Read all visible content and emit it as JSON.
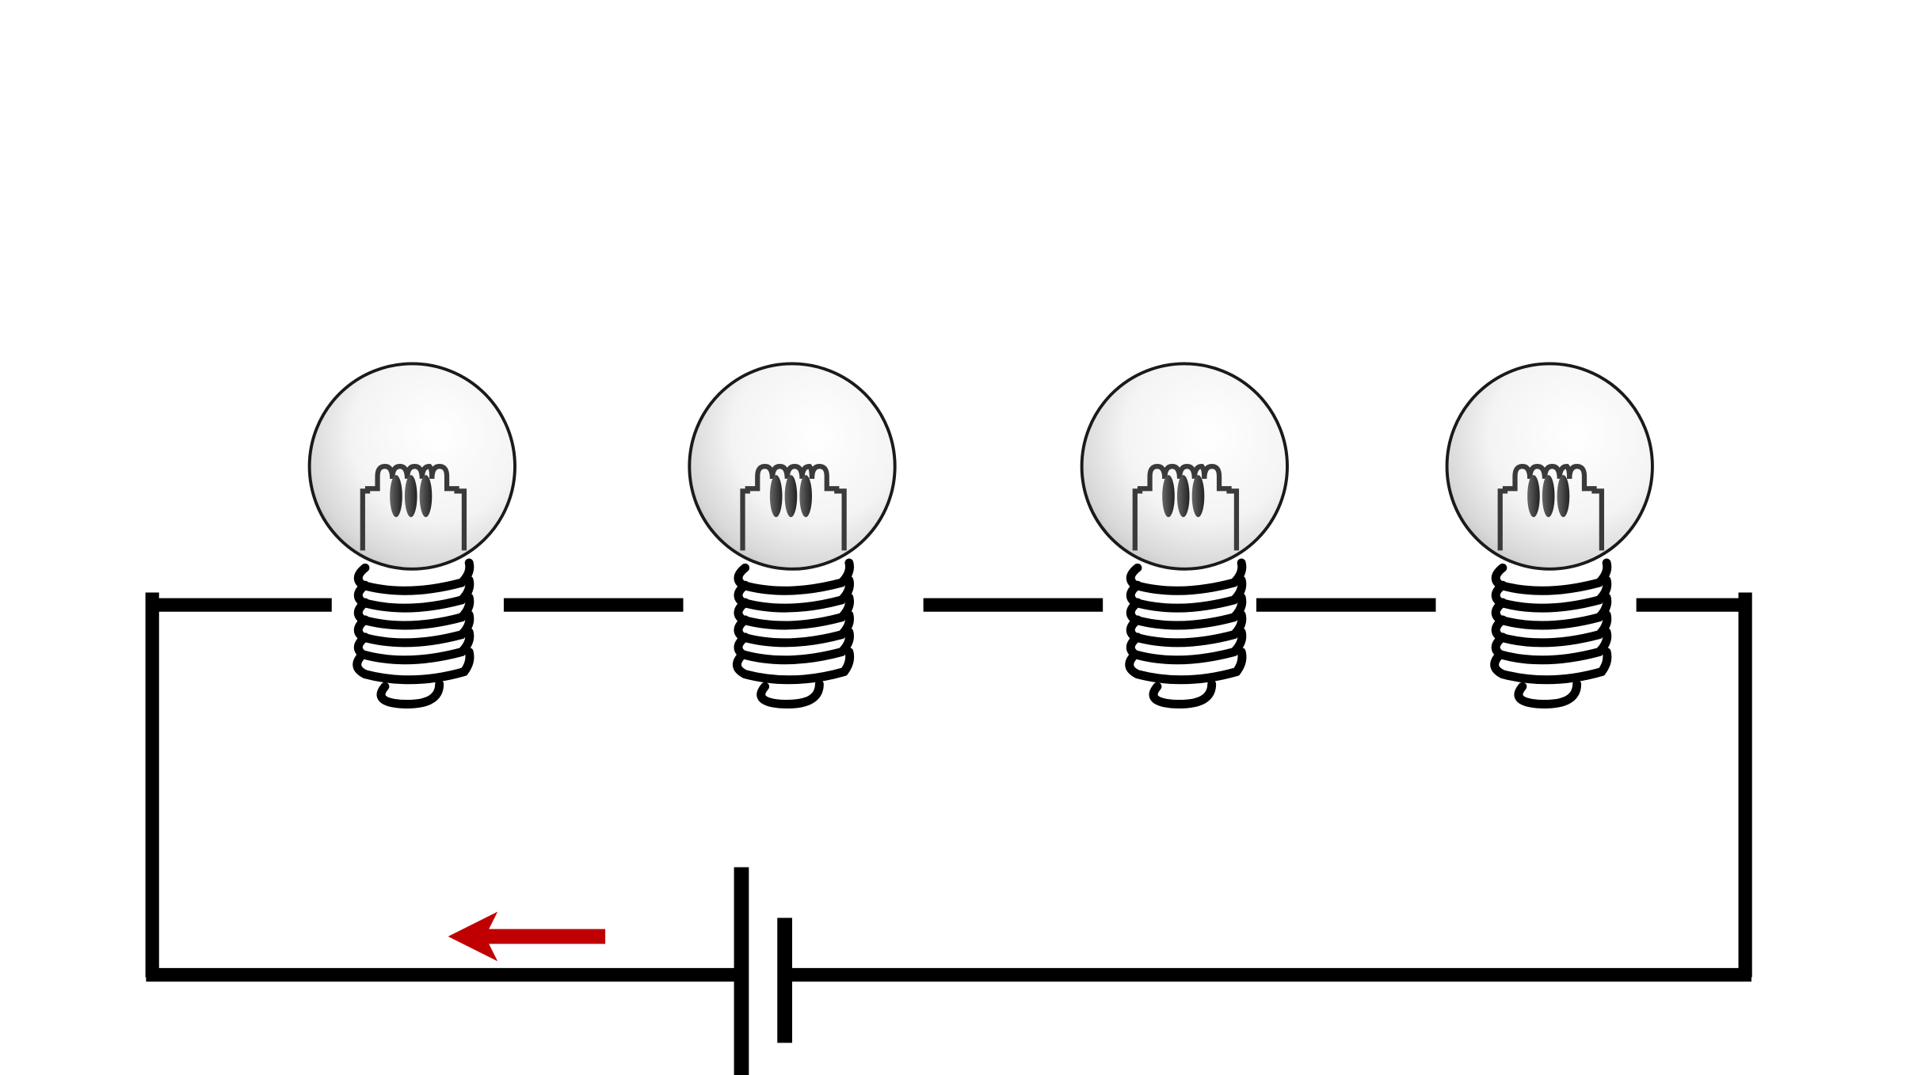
{
  "diagram": {
    "type": "series-circuit",
    "bulb_count": 4,
    "current_direction": "left",
    "colors": {
      "wire": "#000000",
      "arrow": "#c00000",
      "bulb_glass_stroke": "#1a1a1a",
      "filament": "#3a3a3a"
    }
  }
}
